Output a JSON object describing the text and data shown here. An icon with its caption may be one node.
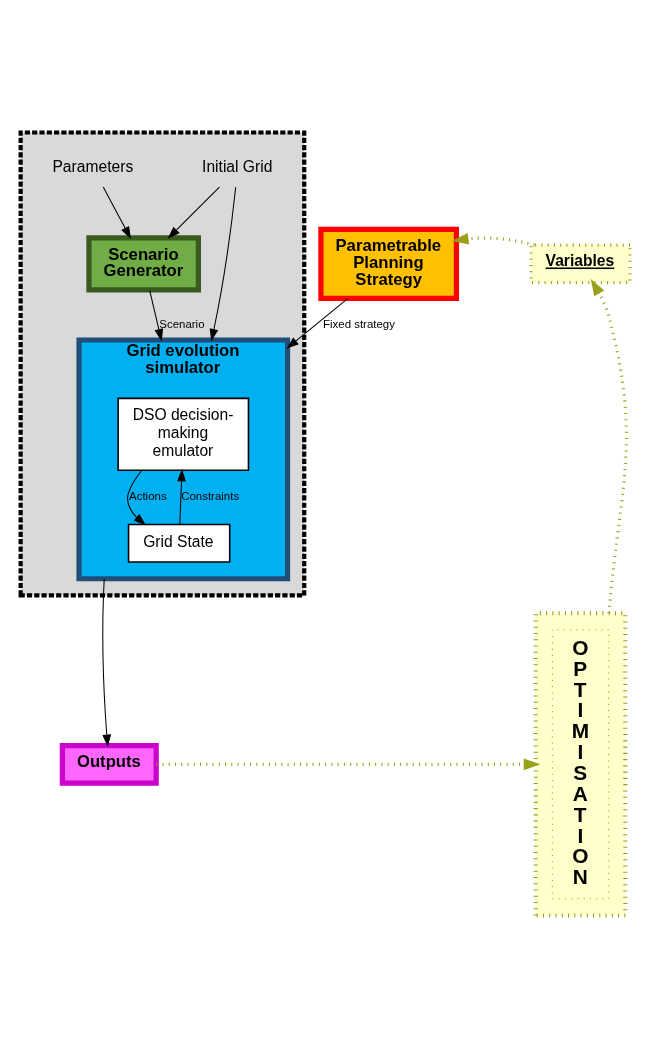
{
  "diagram": {
    "nodes": [
      {
        "text": [
          "Parametrable Planning Strategy"
        ]
      },
      {
        "text": [
          "Variables"
        ]
      },
      {
        "text": [],
        "shape": "box"
      },
      {
        "text": [
          "Initial Grid"
        ],
        "in": 2
      },
      {
        "text": [
          "Parameters"
        ],
        "in": 2
      },
      {
        "text": [
          "Scenario Generator"
        ],
        "in": 2
      },
      {
        "text": [
          "Grid evolution simulator"
        ],
        "in": 2
      },
      {
        "text": [
          "DSO decision-making emulator"
        ],
        "in": 6
      },
      {
        "text": [
          "Grid State"
        ],
        "in": 6
      },
      {
        "text": [],
        "shape": "box"
      },
      {
        "text": [
          "OPTIMISATION"
        ],
        "in": 9
      },
      {
        "text": [
          "Outputs"
        ]
      }
    ],
    "edges": [
      {
        "from": 1,
        "to": 0,
        "arrow": "to",
        "style": "dashed",
        "color": "#99a01a"
      },
      {
        "from": 0,
        "to": 6,
        "arrow": "to",
        "label": "Fixed strategy"
      },
      {
        "from": 3,
        "to": 5,
        "arrow": "to"
      },
      {
        "from": 3,
        "to": 6,
        "arrow": "to"
      },
      {
        "from": 4,
        "to": 5,
        "arrow": "to"
      },
      {
        "from": 5,
        "to": 6,
        "arrow": "to",
        "label": "Scenario"
      },
      {
        "from": 7,
        "to": 8,
        "arrow": "to",
        "label": "Actions"
      },
      {
        "from": 8,
        "to": 7,
        "arrow": "to",
        "label": "Constraints"
      },
      {
        "from": 6,
        "to": 11,
        "arrow": "to"
      },
      {
        "from": 11,
        "to": 9,
        "arrow": "to",
        "style": "dashed",
        "color": "#99a01a"
      },
      {
        "from": 9,
        "to": 1,
        "arrow": "to",
        "style": "dashed",
        "color": "#99a01a"
      }
    ]
  }
}
